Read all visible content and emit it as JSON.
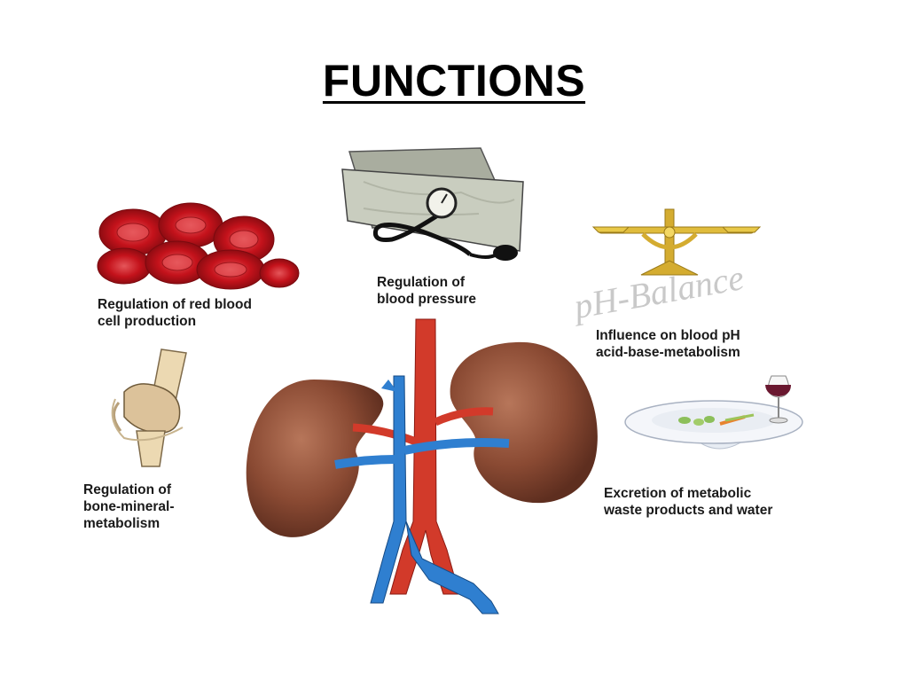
{
  "title": "FUNCTIONS",
  "labels": {
    "rbc": [
      "Regulation of red blood",
      "cell production"
    ],
    "bp": [
      "Regulation of",
      "blood pressure"
    ],
    "ph": [
      "Influence on blood pH",
      "acid-base-metabolism"
    ],
    "bone": [
      "Regulation of",
      "bone-mineral-",
      "metabolism"
    ],
    "excretion": [
      "Excretion of metabolic",
      "waste products and water"
    ]
  },
  "watermark": "pH-Balance",
  "colors": {
    "blood_cell": "#c4121b",
    "kidney": "#8a4a33",
    "artery": "#d23a2a",
    "vein": "#2f7fd0",
    "brass": "#d4ac30",
    "cuff": "#c9cdbf"
  }
}
